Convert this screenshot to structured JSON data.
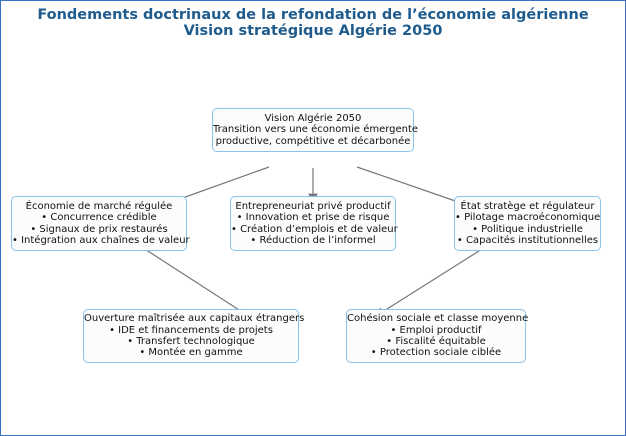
{
  "title": "Fondements doctrinaux de la refondation de l’économie algérienne",
  "subtitle": "Vision stratégique Algérie 2050",
  "nodes": {
    "vision": [
      "Vision Algérie 2050",
      "Transition vers une économie émergente",
      "productive, compétitive et décarbonée"
    ],
    "marche": [
      "Économie de marché régulée",
      "• Concurrence crédible",
      "• Signaux de prix restaurés",
      "• Intégration aux chaînes de valeur"
    ],
    "entrepreneuriat": [
      "Entrepreneuriat privé productif",
      "• Innovation et prise de risque",
      "• Création d’emplois et de valeur",
      "• Réduction de l’informel"
    ],
    "etat": [
      "État stratège et régulateur",
      "• Pilotage macroéconomique",
      "• Politique industrielle",
      "• Capacités institutionnelles"
    ],
    "ouverture": [
      "Ouverture maîtrisée aux capitaux étrangers",
      "• IDE et financements de projets",
      "• Transfert technologique",
      "• Montée en gamme"
    ],
    "cohesion": [
      "Cohésion sociale et classe moyenne",
      "• Emploi productif",
      "• Fiscalité équitable",
      "• Protection sociale ciblée"
    ]
  },
  "colors": {
    "title": "#1f5b8c",
    "box_border": "#8cc3e8",
    "arrow": "#777777"
  }
}
